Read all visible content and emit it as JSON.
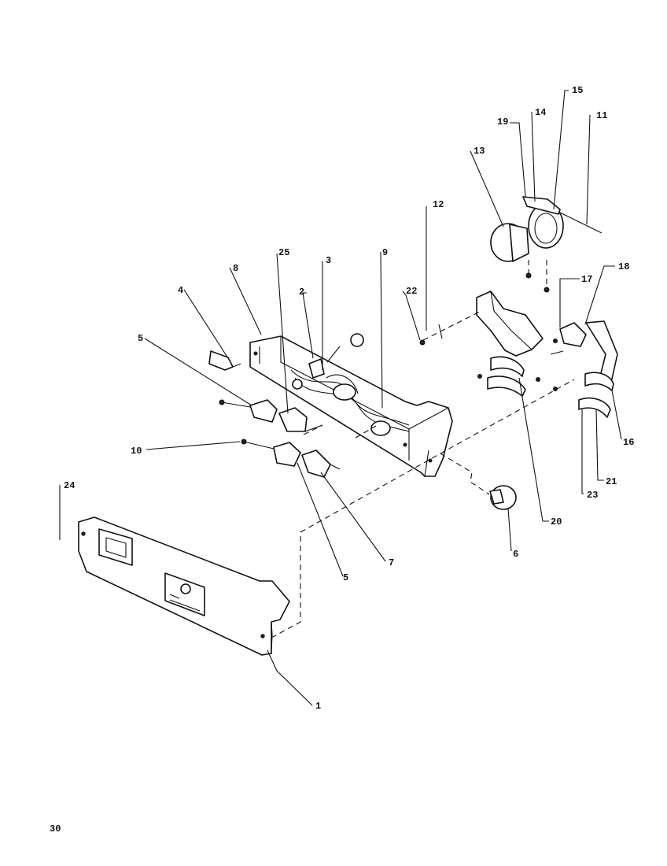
{
  "callouts": [
    {
      "id": "c1",
      "label": "1"
    },
    {
      "id": "c2",
      "label": "2"
    },
    {
      "id": "c3",
      "label": "3"
    },
    {
      "id": "c4",
      "label": "4"
    },
    {
      "id": "c5a",
      "label": "5"
    },
    {
      "id": "c5b",
      "label": "5"
    },
    {
      "id": "c6",
      "label": "6"
    },
    {
      "id": "c7",
      "label": "7"
    },
    {
      "id": "c8",
      "label": "8"
    },
    {
      "id": "c9",
      "label": "9"
    },
    {
      "id": "c10",
      "label": "10"
    },
    {
      "id": "c11",
      "label": "11"
    },
    {
      "id": "c12",
      "label": "12"
    },
    {
      "id": "c13",
      "label": "13"
    },
    {
      "id": "c14",
      "label": "14"
    },
    {
      "id": "c15",
      "label": "15"
    },
    {
      "id": "c16",
      "label": "16"
    },
    {
      "id": "c17",
      "label": "17"
    },
    {
      "id": "c18",
      "label": "18"
    },
    {
      "id": "c19",
      "label": "19"
    },
    {
      "id": "c20",
      "label": "20"
    },
    {
      "id": "c21",
      "label": "21"
    },
    {
      "id": "c22",
      "label": "22"
    },
    {
      "id": "c23",
      "label": "23"
    },
    {
      "id": "c24",
      "label": "24"
    },
    {
      "id": "c25",
      "label": "25"
    }
  ],
  "page_number": "30"
}
